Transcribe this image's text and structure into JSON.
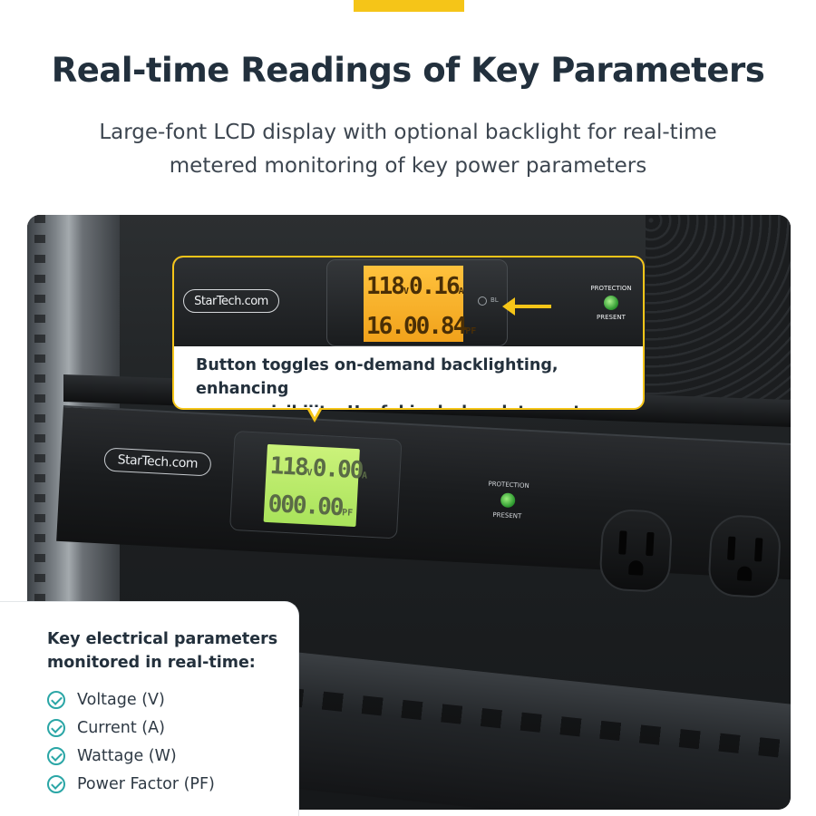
{
  "header": {
    "headline": "Real-time Readings of Key Parameters",
    "subheadline_line1": "Large-font LCD display with optional backlight for real-time",
    "subheadline_line2": "metered monitoring of key power parameters"
  },
  "product": {
    "brand": "StarTech.com",
    "lcd_main": {
      "row1": {
        "value1": "118",
        "unit1": "V",
        "value2": "0.00",
        "unit2": "A"
      },
      "row2": {
        "value1": "00",
        "unit1": "",
        "value2": "0.00",
        "unit2": "PF"
      }
    },
    "protection_label": "PROTECTION",
    "present_label": "PRESENT"
  },
  "callout": {
    "brand": "StarTech.com",
    "lcd": {
      "row1": {
        "value1": "118",
        "unit1": "V",
        "value2": "0.16",
        "unit2": "A"
      },
      "row2": {
        "value1": "16.0",
        "unit1": "",
        "value2": "0.84",
        "unit2": "PF"
      }
    },
    "button_label": "BL",
    "protection_label": "PROTECTION",
    "present_label": "PRESENT",
    "text_line1": "Button toggles on-demand backlighting, enhancing",
    "text_line2": "screen visibility. Useful in darker data center spaces"
  },
  "info": {
    "title_line1": "Key electrical parameters",
    "title_line2": "monitored in real-time:",
    "items": [
      "Voltage (V)",
      "Current (A)",
      "Wattage (W)",
      "Power Factor (PF)"
    ]
  },
  "colors": {
    "accent": "#f5c518",
    "check": "#2aa6a6",
    "heading": "#22303d"
  }
}
